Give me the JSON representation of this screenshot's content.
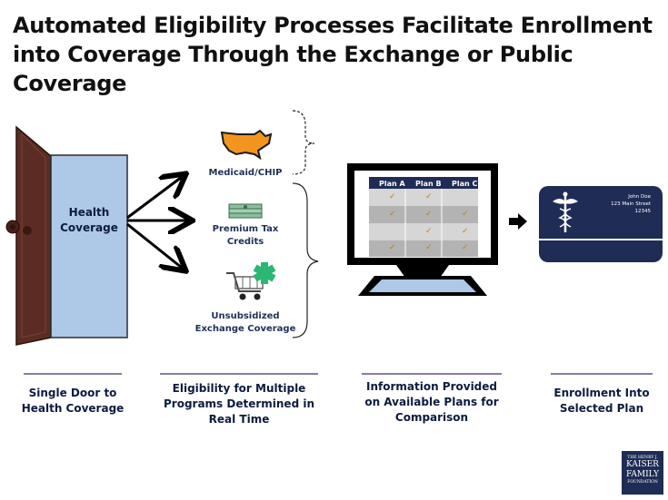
{
  "title": "Automated Eligibility Processes Facilitate Enrollment into Coverage Through the Exchange or Public Coverage",
  "door": {
    "label": "Health Coverage"
  },
  "eligibility": {
    "items": [
      {
        "label": "Medicaid/CHIP",
        "icon": "usa-map-icon"
      },
      {
        "label": "Premium Tax Credits",
        "icon": "money-stack-icon"
      },
      {
        "label": "Unsubsidized Exchange Coverage",
        "icon": "shopping-cart-medical-icon"
      }
    ]
  },
  "plans": {
    "headers": [
      "Plan A",
      "Plan B",
      "Plan C"
    ],
    "check_symbol": "✓",
    "rows": [
      [
        true,
        true,
        false
      ],
      [
        true,
        true,
        true
      ],
      [
        false,
        true,
        true
      ],
      [
        true,
        true,
        true
      ]
    ]
  },
  "card": {
    "name": "John Doe",
    "street": "123 Main Street",
    "zip": "12345"
  },
  "captions": [
    "Single Door to Health Coverage",
    "Eligibility for Multiple Programs Determined in Real Time",
    "Information Provided on Available Plans for Comparison",
    "Enrollment Into Selected Plan"
  ],
  "logo": {
    "line1": "THE HENRY J.",
    "line2": "KAISER",
    "line3": "FAMILY",
    "line4": "FOUNDATION"
  },
  "colors": {
    "door": "#5b2c23",
    "panel": "#aec8e8",
    "monitor": "#000000",
    "screen_header": "#1f2c55",
    "card": "#1f2c55",
    "caption_rule": "#8a79ad"
  }
}
